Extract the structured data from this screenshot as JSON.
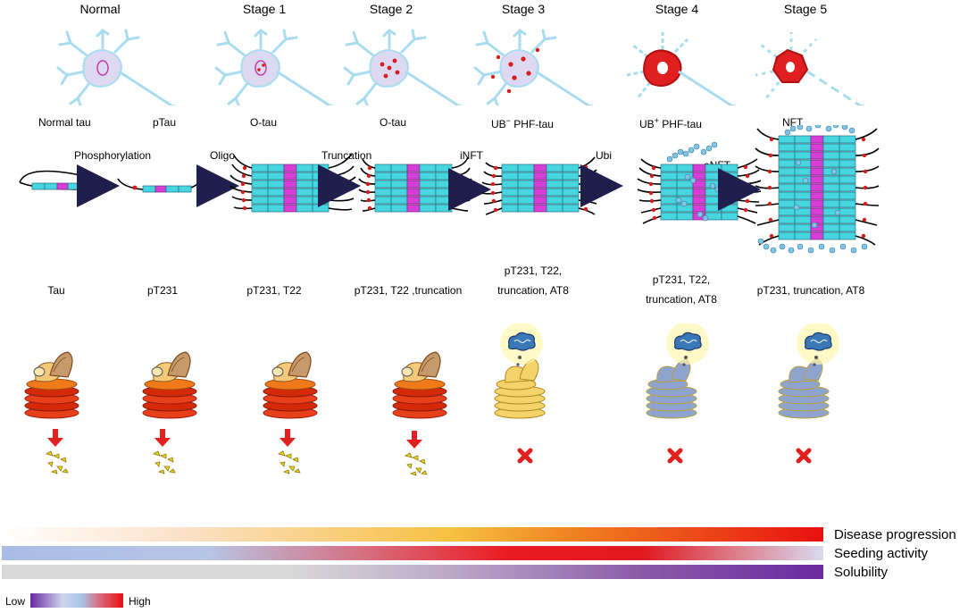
{
  "stages": [
    "Normal",
    "Stage 1",
    "Stage 2",
    "Stage 3",
    "Stage 4",
    "Stage 5"
  ],
  "tau_species": [
    {
      "id": "normal",
      "text": "Normal tau"
    },
    {
      "id": "ptau",
      "text": "pTau"
    },
    {
      "id": "otau1",
      "text": "O-tau"
    },
    {
      "id": "otau2",
      "text": "O-tau"
    },
    {
      "id": "ubneg_prefix",
      "text": "UB"
    },
    {
      "id": "ubneg_sup",
      "text": "−"
    },
    {
      "id": "ubneg_suffix",
      "text": " PHF-tau"
    },
    {
      "id": "ubpos_prefix",
      "text": "UB"
    },
    {
      "id": "ubpos_sup",
      "text": "+"
    },
    {
      "id": "ubpos_suffix",
      "text": " PHF-tau"
    },
    {
      "id": "nft",
      "text": "NFT"
    }
  ],
  "processes": [
    "Phosphorylation",
    "Oligo",
    "Truncation",
    "iNFT",
    "Ubi",
    "eNFT"
  ],
  "markers": [
    [
      "Tau"
    ],
    [
      "pT231"
    ],
    [
      "pT231, T22"
    ],
    [
      "pT231, T22 ,truncation"
    ],
    [
      "pT231, T22,",
      "truncation, AT8"
    ],
    [
      "pT231, T22,",
      "truncation, AT8"
    ],
    [
      "pT231, truncation, AT8"
    ]
  ],
  "bars": [
    {
      "label": "Disease progression"
    },
    {
      "label": "Seeding activity"
    },
    {
      "label": "Solubility"
    }
  ],
  "legend": {
    "low": "Low",
    "high": "High"
  },
  "colors": {
    "neuron": "#a9dcf0",
    "tau_box": "#47d6e0",
    "tau_mid": "#d63fd6",
    "phospho": "#d81b1b",
    "ubiquitin": "#7fc4e6",
    "arrow": "#1f1f4d",
    "proteasome_active": "#d42a0a",
    "proteasome_yellow": "#f5d26a",
    "proteasome_blue": "#8fa3cf"
  }
}
